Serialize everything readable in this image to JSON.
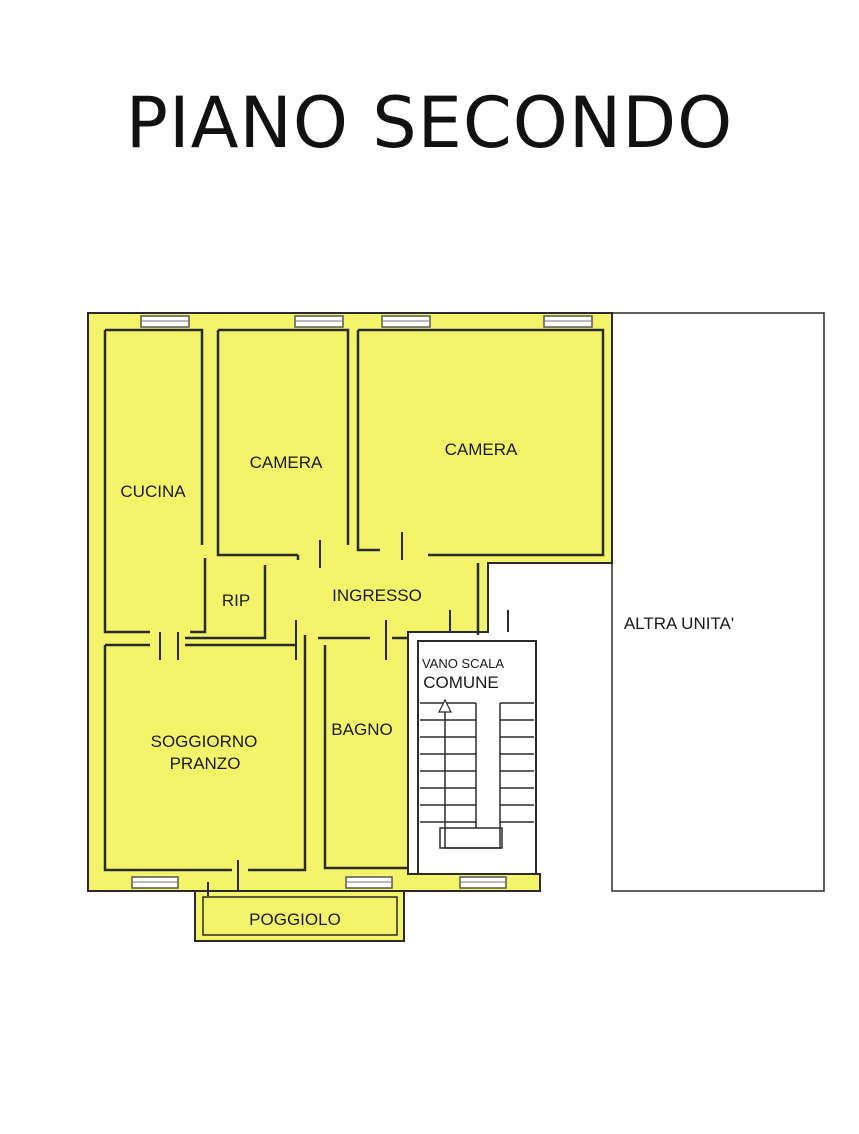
{
  "title": "PIANO SECONDO",
  "colors": {
    "apartment_fill": "#f4f46b",
    "wall": "#2b2b2b",
    "other_unit_fill": "#ffffff",
    "window": "#8a8a8a"
  },
  "rooms": {
    "cucina": "CUCINA",
    "camera_1": "CAMERA",
    "camera_2": "CAMERA",
    "rip": "RIP",
    "ingresso": "INGRESSO",
    "vano_scala_line1": "VANO SCALA",
    "vano_scala_line2": "COMUNE",
    "altra_unita": "ALTRA UNITA'",
    "soggiorno_line1": "SOGGIORNO",
    "soggiorno_line2": "PRANZO",
    "bagno": "BAGNO",
    "poggiolo": "POGGIOLO"
  }
}
